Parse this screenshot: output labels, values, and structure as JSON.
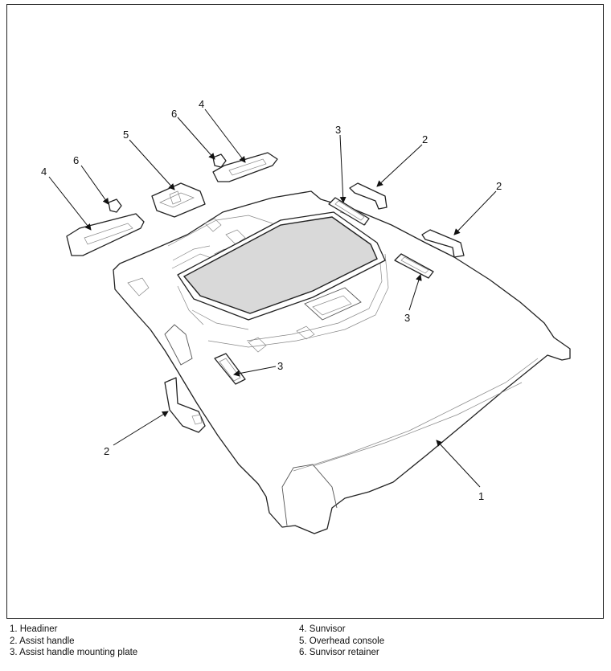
{
  "callouts": {
    "c1": "1",
    "c2a": "2",
    "c2b": "2",
    "c2c": "2",
    "c3a": "3",
    "c3b": "3",
    "c3c": "3",
    "c4a": "4",
    "c4b": "4",
    "c5": "5",
    "c6a": "6",
    "c6b": "6"
  },
  "legend": {
    "left": [
      "1. Headiner",
      "2. Assist handle",
      "3. Assist handle mounting plate"
    ],
    "right": [
      "4. Sunvisor",
      "5. Overhead console",
      "6. Sunvisor retainer"
    ]
  }
}
